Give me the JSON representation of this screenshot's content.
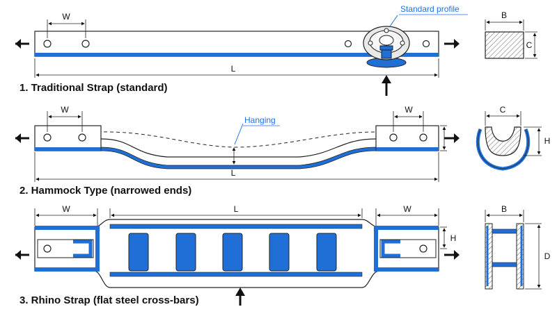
{
  "captions": {
    "traditional": "1. Traditional Strap (standard)",
    "hammock": "2. Hammock Type (narrowed ends)",
    "rhino": "3. Rhino Strap (flat steel cross-bars)"
  },
  "callouts": {
    "standard_profile": "Standard profile",
    "hanging": "Hanging"
  },
  "dimension_labels": {
    "w": "W",
    "l": "L",
    "b": "B",
    "c": "C",
    "h": "H",
    "d": "D"
  },
  "colors": {
    "accent_blue": "#1f6fd6",
    "callout_blue": "#1a73e8",
    "hatch": "#555555",
    "outline": "#222222"
  }
}
